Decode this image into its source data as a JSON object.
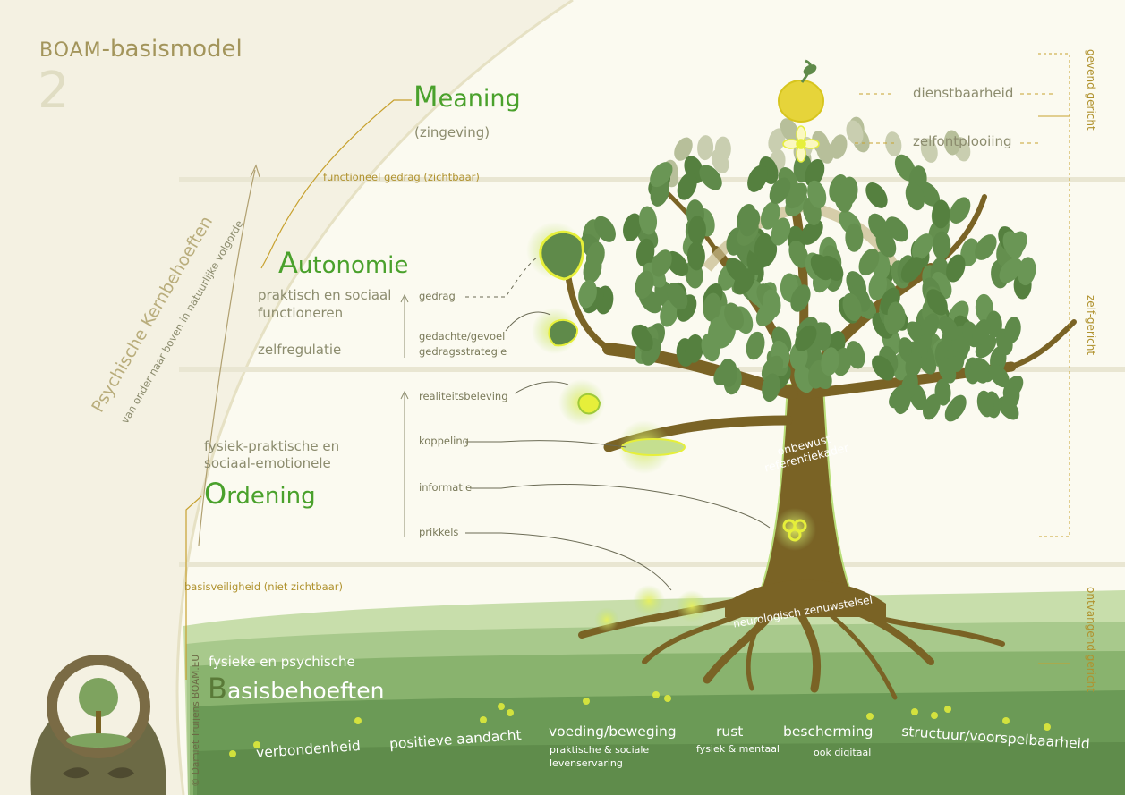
{
  "header": {
    "brand": "BOAM",
    "title": "-basismodel",
    "number": "2"
  },
  "levels": {
    "meaning": {
      "cap": "M",
      "rest": "eaning",
      "sub": "(zingeving)"
    },
    "autonomie": {
      "cap": "A",
      "rest": "utonomie",
      "sub1": "praktisch en sociaal",
      "sub2": "functioneren",
      "sub3": "zelfregulatie"
    },
    "ordening": {
      "cap": "O",
      "rest": "rdening",
      "sub1": "fysiek-praktische en",
      "sub2": "sociaal-emotionele"
    },
    "basis": {
      "cap": "B",
      "rest": "asisbehoeften",
      "sub": "fysieke en psychische"
    }
  },
  "bands": {
    "functioneel": "functioneel gedrag (zichtbaar)",
    "basisveiligheid": "basisveiligheid  (niet zichtbaar)"
  },
  "side": {
    "title": "Psychische Kernbehoeften",
    "subtitle": "van onder naar boven in natuurlijke volgorde"
  },
  "process": [
    "gedrag",
    "gedachte/gevoel",
    "gedragsstrategie",
    "realiteitsbeleving",
    "koppeling",
    "informatie",
    "prikkels"
  ],
  "tree_labels": {
    "line1": "onbewust",
    "line2": "referentiekader",
    "roots": "neurologisch zenuwstelsel"
  },
  "right": {
    "dienst": "dienstbaarheid",
    "zelfont": "zelfontplooiing",
    "gevend": "gevend gericht",
    "zelf": "zelf-gericht",
    "ontvangend": "ontvangend gericht"
  },
  "needs": {
    "verbonden": "verbondenheid",
    "aandacht": "positieve aandacht",
    "voeding": "voeding/beweging",
    "voeding_sub1": "praktische & sociale",
    "voeding_sub2": "levenservaring",
    "rust": "rust",
    "rust_sub": "fysiek & mentaal",
    "bescherming": "bescherming",
    "bescherming_sub": "ook digitaal",
    "structuur": "structuur/voorspelbaarheid"
  },
  "copyright": "© Damiët Truijens  BOAM.EU",
  "colors": {
    "accent": "#4aa12c",
    "gold": "#c7a12e",
    "leaf": "#5f8a4a",
    "trunk": "#7a6325",
    "ground": "#6b9a56",
    "paper": "#f4f1e2"
  }
}
